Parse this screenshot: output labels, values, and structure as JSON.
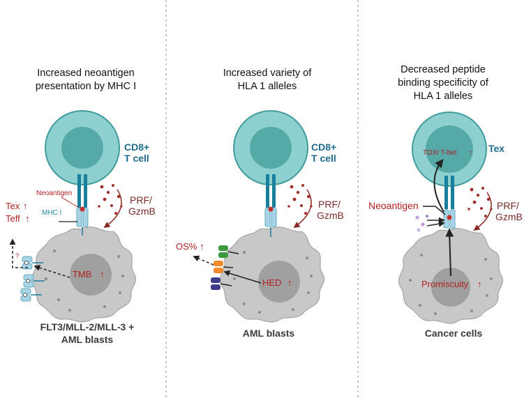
{
  "panels": [
    {
      "title": [
        "Increased neoantigen",
        "presentation by MHC I"
      ],
      "tcell_label": [
        "CD8+",
        "T cell"
      ],
      "cytotoxic_label": [
        "PRF/",
        "GzmB"
      ],
      "neoantigen": "Neoantigen",
      "mhc": "MHC I",
      "center": "TMB",
      "side": [
        "Tex",
        "Teff"
      ],
      "question": "?",
      "cell_label": [
        "FLT3/MLL-2/MLL-3 +",
        "AML blasts"
      ]
    },
    {
      "title": [
        "Increased variety of",
        "HLA 1 alleles"
      ],
      "tcell_label": [
        "CD8+",
        "T cell"
      ],
      "cytotoxic_label": [
        "PRF/",
        "GzmB"
      ],
      "center": "HED",
      "side": "OS%",
      "cell_label": "AML blasts"
    },
    {
      "title": [
        "Decreased peptide",
        "binding specificity of",
        "HLA 1 alleles"
      ],
      "tcell_label": "Tex",
      "tcell_inner": "TOX/ T-bet",
      "cytotoxic_label": [
        "PRF/",
        "GzmB"
      ],
      "neoantigen": "Neoantigen",
      "center": "Promiscuity",
      "cell_label": "Cancer cells"
    }
  ],
  "arrow_glyph": "↑",
  "colors": {
    "tcell_outer": "#8ecfd0",
    "tcell_inner": "#55aaa7",
    "tcell_stroke": "#3f9b9c",
    "tcell_text": "#1f6b8c",
    "receptor": "#1a7f9a",
    "mhc": "#a8d4e6",
    "tumor": "#c8c8c8",
    "tumor_nucleus": "#9e9e9e",
    "red_text": "#b02020",
    "granule": "#a0302c",
    "divider": "#b5b5b5"
  }
}
